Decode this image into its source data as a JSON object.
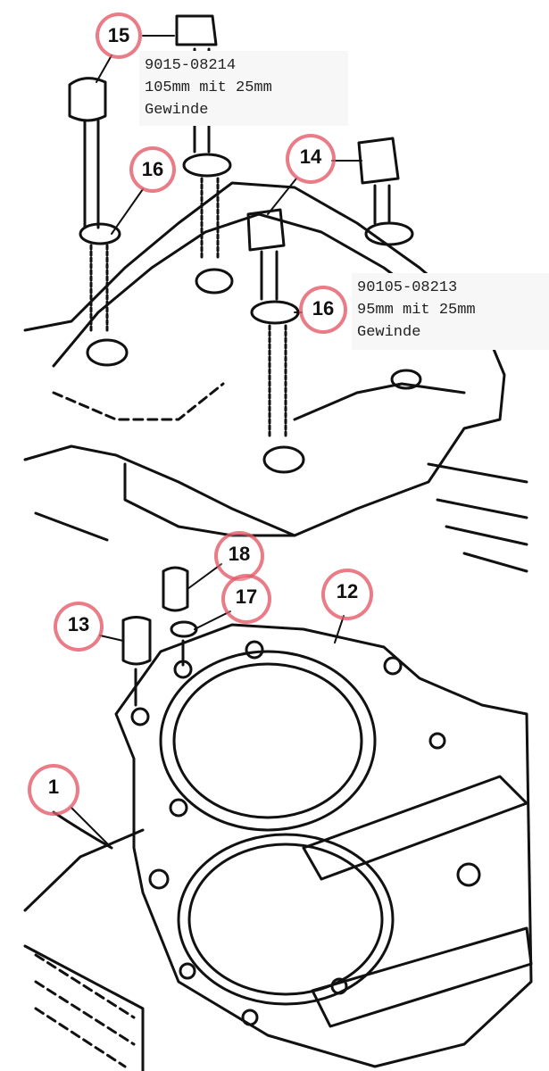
{
  "notes": [
    {
      "part_number": "9015-08214",
      "size": "105mm mit 25mm",
      "thread": "Gewinde"
    },
    {
      "part_number": "90105-08213",
      "size": "95mm mit 25mm",
      "thread": "Gewinde"
    }
  ],
  "callouts": [
    "15",
    "16",
    "14",
    "16",
    "18",
    "17",
    "12",
    "13",
    "1"
  ],
  "colors": {
    "callout_ring": "#e1505f",
    "line_art": "#111111",
    "note_bg": "#f7f7f7"
  }
}
